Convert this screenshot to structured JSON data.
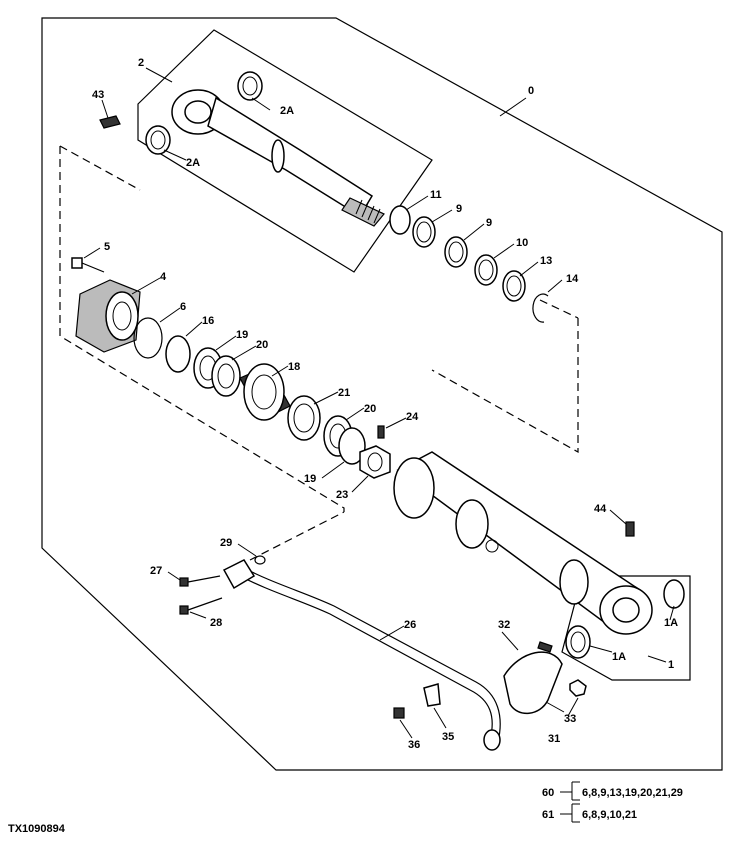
{
  "figure_id": "TX1090894",
  "callouts": {
    "c0": "0",
    "c1": "1",
    "c1a_a": "1A",
    "c1a_b": "1A",
    "c2": "2",
    "c2a_a": "2A",
    "c2a_b": "2A",
    "c4": "4",
    "c5": "5",
    "c6": "6",
    "c9a": "9",
    "c9b": "9",
    "c10": "10",
    "c11": "11",
    "c13": "13",
    "c14": "14",
    "c16": "16",
    "c18": "18",
    "c19a": "19",
    "c19b": "19",
    "c20a": "20",
    "c20b": "20",
    "c21": "21",
    "c23": "23",
    "c24": "24",
    "c26": "26",
    "c27": "27",
    "c28": "28",
    "c29": "29",
    "c31": "31",
    "c32": "32",
    "c33": "33",
    "c35": "35",
    "c36": "36",
    "c43": "43",
    "c44": "44"
  },
  "kits": [
    {
      "number": "60",
      "parts": "6,8,9,13,19,20,21,29"
    },
    {
      "number": "61",
      "parts": "6,8,9,10,21"
    }
  ]
}
